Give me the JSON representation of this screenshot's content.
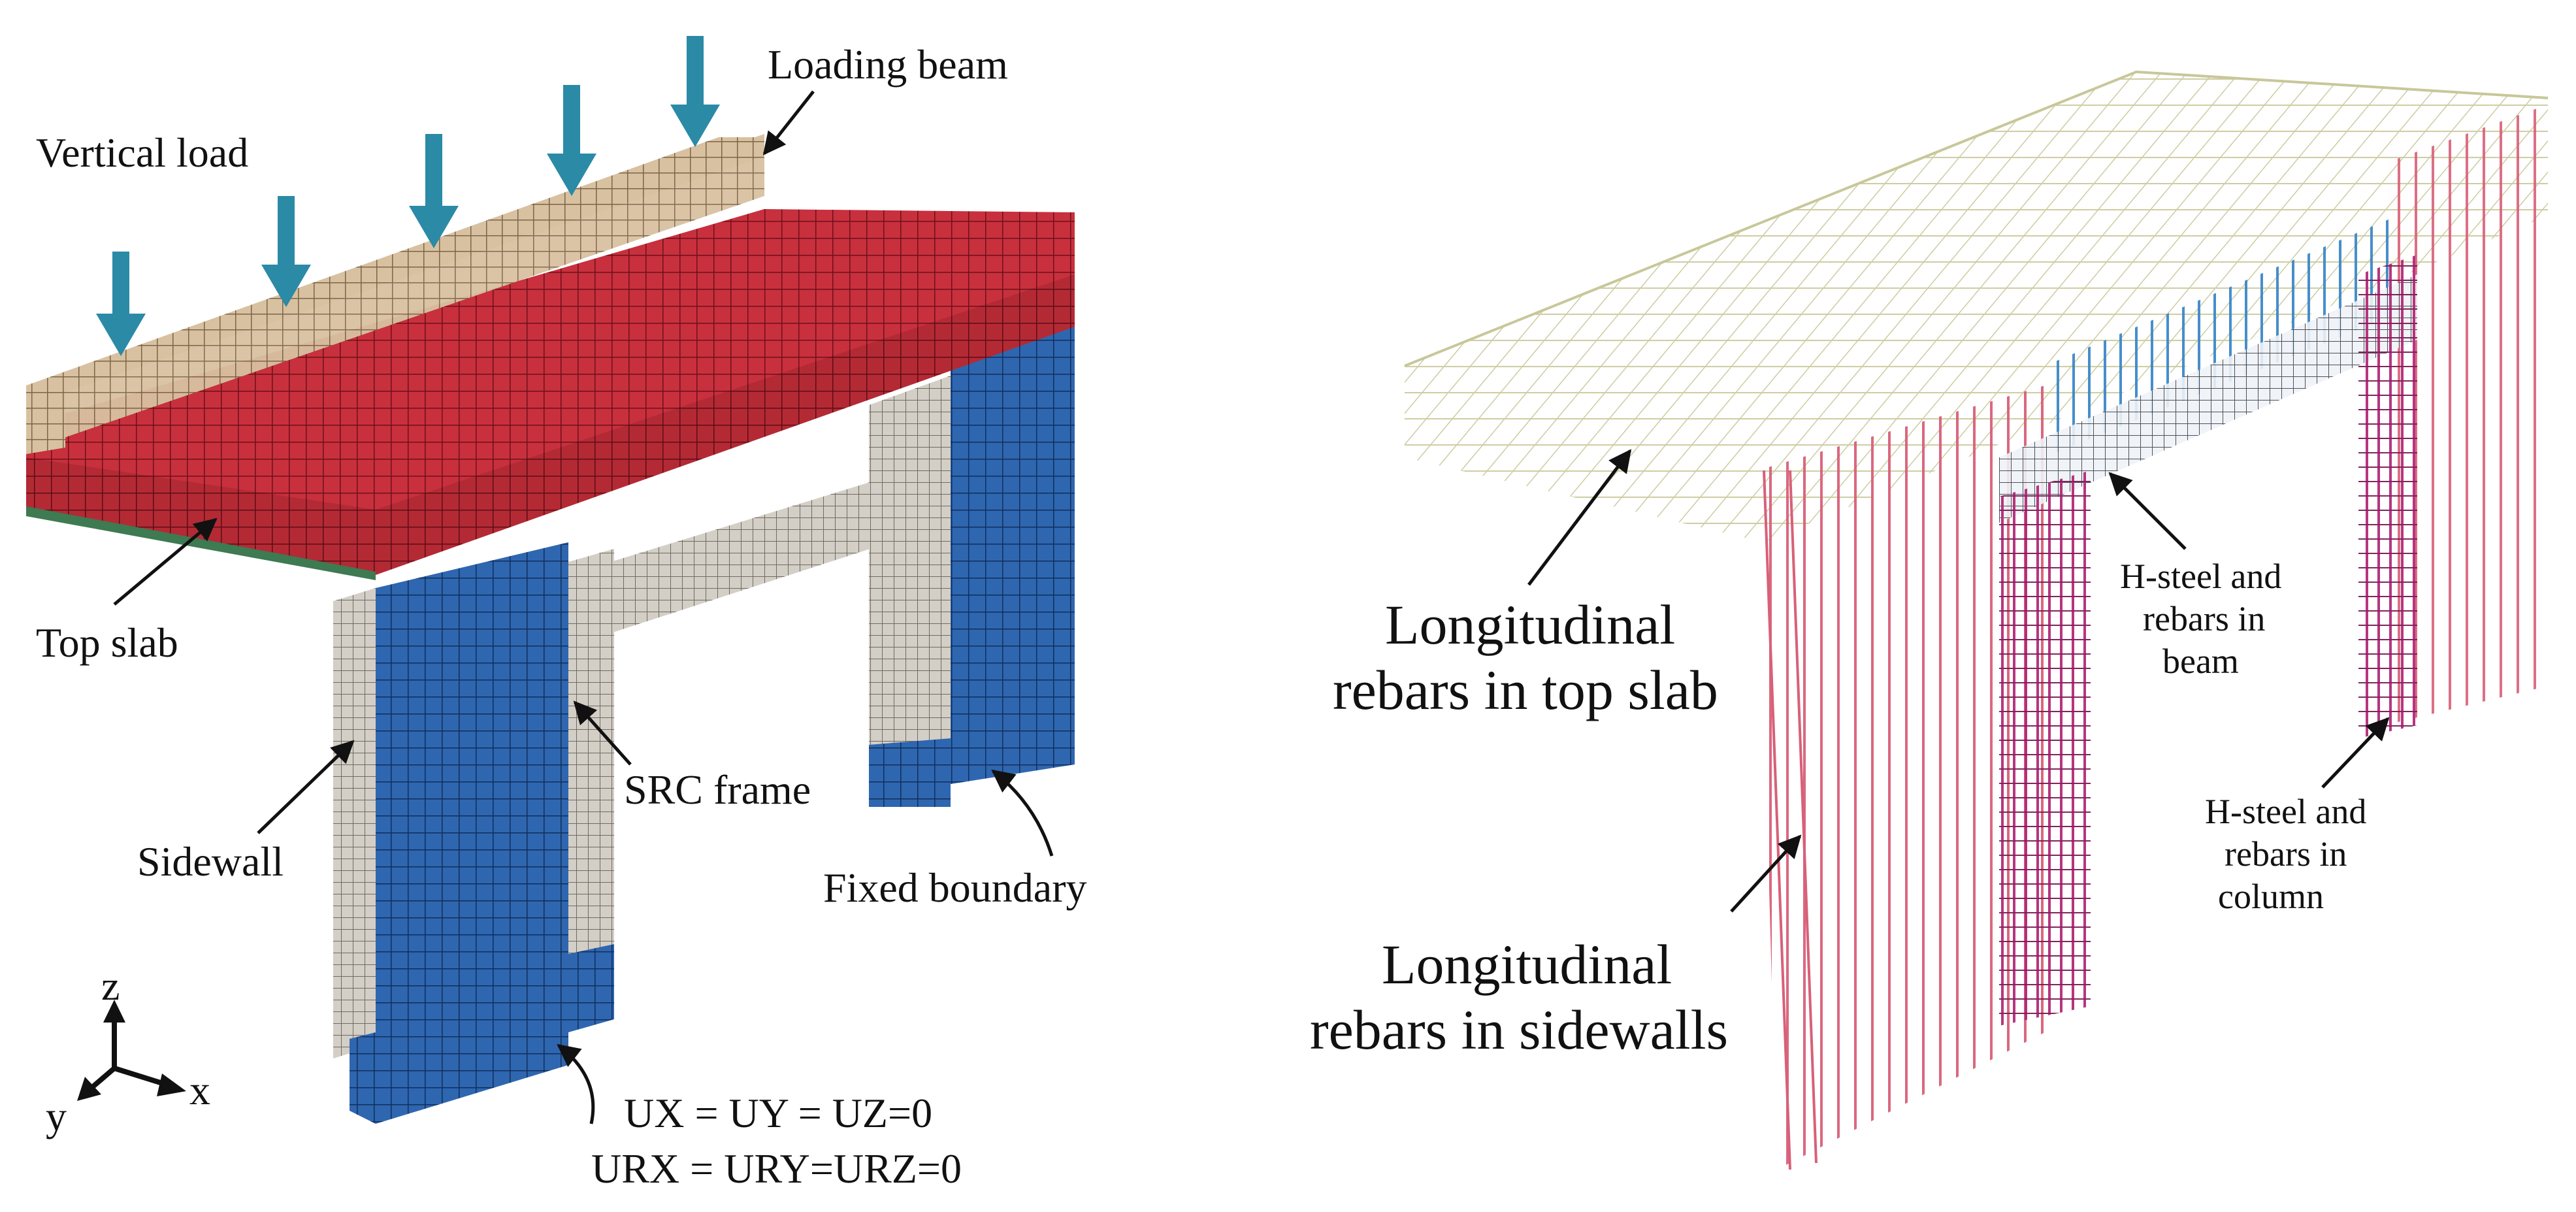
{
  "left_panel": {
    "labels": {
      "vertical_load": "Vertical load",
      "loading_beam": "Loading beam",
      "top_slab": "Top slab",
      "sidewall": "Sidewall",
      "src_frame": "SRC frame",
      "fixed_boundary": "Fixed boundary",
      "bc_line1": "UX = UY = UZ=0",
      "bc_line2": "URX = URY=URZ=0"
    },
    "axes": {
      "z": "z",
      "x": "x",
      "y": "y"
    }
  },
  "right_panel": {
    "labels": {
      "slab_rebar_l1": "Longitudinal",
      "slab_rebar_l2": "rebars in top slab",
      "wall_rebar_l1": "Longitudinal",
      "wall_rebar_l2": "rebars in sidewalls",
      "beam_l1": "H-steel and",
      "beam_l2": "rebars in",
      "beam_l3": "beam",
      "col_l1": "H-steel and",
      "col_l2": "rebars in",
      "col_l3": "column"
    }
  },
  "colors": {
    "loading_beam": "#d8c1a0",
    "top_slab": "#c8303e",
    "sidewall": "#2f66b0",
    "src_frame": "#cfcac0",
    "load_arrow": "#2b8aa6",
    "slab_mesh": "#c8c79a",
    "wall_rebar": "#d86078",
    "column_rebar": "#b42a78",
    "beam_rebar": "#3d88c8"
  }
}
